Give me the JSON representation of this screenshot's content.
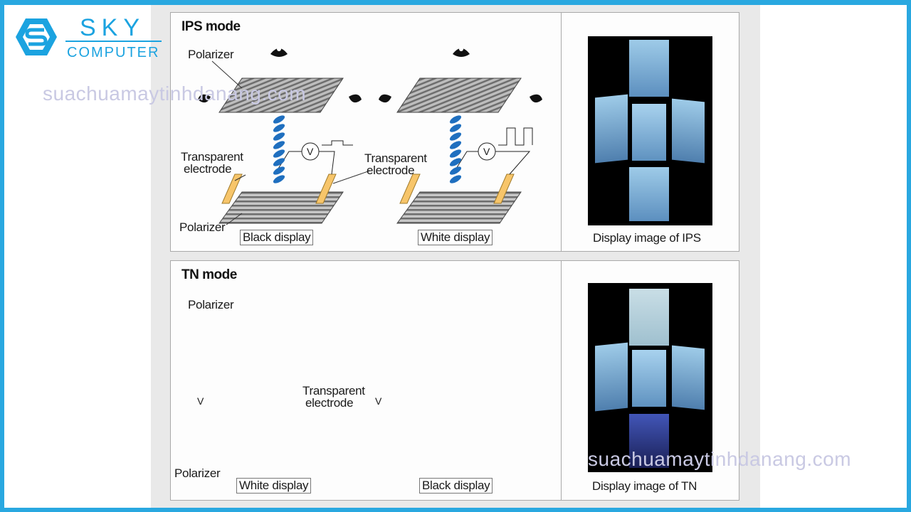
{
  "logo": {
    "name": "SKY",
    "subtitle": "COMPUTER"
  },
  "watermarks": [
    "suachuamaytinhdanang.com",
    "suachuamaytinhdanang.com"
  ],
  "ips_panel": {
    "title": "IPS mode",
    "polarizer_top": "Polarizer",
    "polarizer_bottom": "Polarizer",
    "electrode_left": [
      "Transparent",
      "electrode"
    ],
    "electrode_right": [
      "Transparent",
      "electrode"
    ],
    "voltmeter": "V",
    "left_state": "Black display",
    "right_state": "White display",
    "image_caption": "Display image of IPS"
  },
  "tn_panel": {
    "title": "TN mode",
    "polarizer_top": "Polarizer",
    "polarizer_bottom": "Polarizer",
    "electrode": [
      "Transparent",
      "electrode"
    ],
    "voltmeter": "V",
    "left_state": "White display",
    "right_state": "Black display",
    "image_caption": "Display image of  TN"
  },
  "colors": {
    "frame": "#29a8e0",
    "logo": "#1ba3e0",
    "electrode": "#f7c56a",
    "crystal": "#1f6fbf",
    "polarizer": "#9a9a9a"
  }
}
